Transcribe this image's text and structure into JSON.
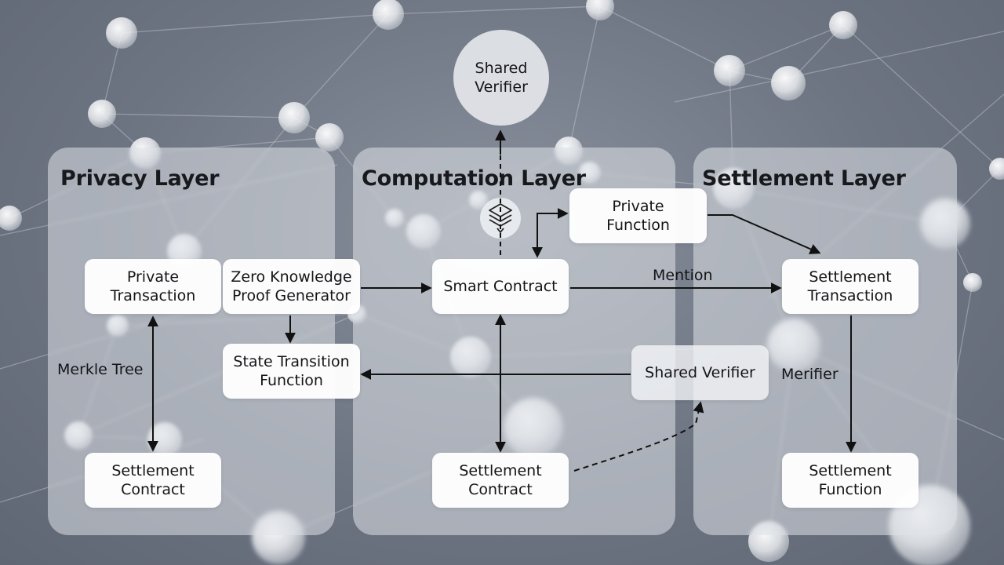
{
  "layers": {
    "privacy": {
      "title": "Privacy Layer"
    },
    "computation": {
      "title": "Computation Layer"
    },
    "settlement": {
      "title": "Settlement Layer"
    }
  },
  "nodes": {
    "shared_verifier_top": "Shared\nVerifier",
    "private_transaction": "Private\nTransaction",
    "zk_proof_generator": "Zero Knowledge\nProof Generator",
    "state_transition_function": "State Transition\nFunction",
    "settlement_contract_left": "Settlement\nContract",
    "private_function": "Private\nFunction",
    "smart_contract": "Smart Contract",
    "settlement_contract_center": "Settlement\nContract",
    "shared_verifier_mid": "Shared Verifier",
    "settlement_transaction": "Settlement\nTransaction",
    "settlement_function": "Settlement\nFunction"
  },
  "edge_labels": {
    "merkle_tree": "Merkle Tree",
    "mencion": "Mention",
    "merifier": "Merifier"
  },
  "colors": {
    "background": "#6d7482",
    "panel": "#dee1e7",
    "node": "#ffffff",
    "text": "#141517"
  },
  "icons": {
    "computation_icon": "stacked-layers-icon"
  }
}
